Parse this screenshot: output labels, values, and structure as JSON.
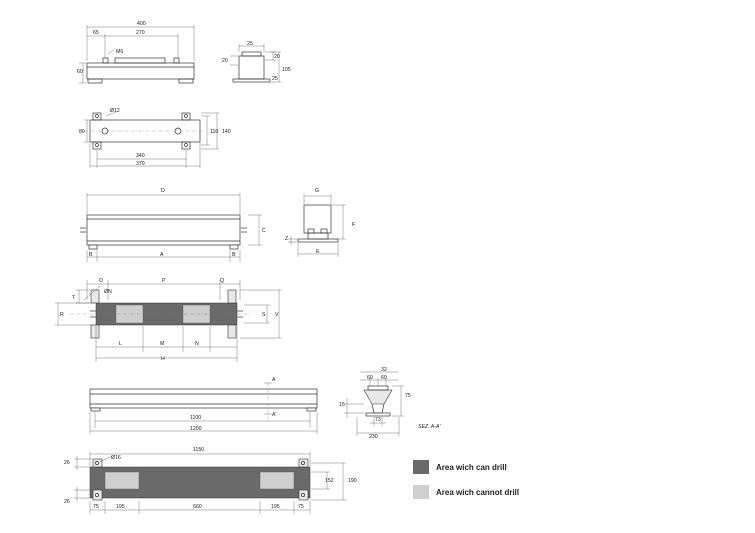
{
  "view1": {
    "w400": "400",
    "w65": "65",
    "w270": "270",
    "m6": "M6",
    "h60": "60",
    "w25": "25",
    "h20a": "20",
    "h20b": "20",
    "h105": "105",
    "h25": "25"
  },
  "view2": {
    "d12": "Ø12",
    "h80": "80",
    "h110": "110",
    "h140": "140",
    "w340": "340",
    "w370": "370"
  },
  "view3": {
    "D": "D",
    "C": "C",
    "B1": "B",
    "A": "A",
    "B2": "B",
    "G": "G",
    "F": "F",
    "Z": "Z",
    "E": "E"
  },
  "view4": {
    "O": "O",
    "P": "P",
    "Q": "Q",
    "T": "T",
    "N1": "ØN",
    "R": "R",
    "S": "S",
    "V": "V",
    "L": "L",
    "M": "M",
    "N": "N",
    "H": "H"
  },
  "view5": {
    "A_top": "A",
    "A_bot": "A'",
    "w1100": "1100",
    "w1200": "1200",
    "w32": "32",
    "w60a": "60",
    "w60b": "60",
    "h75": "75",
    "h15": "15",
    "w73": "73",
    "w230": "230",
    "sez": "SEZ. A-A'"
  },
  "view6": {
    "w1150": "1150",
    "d16": "Ø16",
    "h26a": "26",
    "h26b": "26",
    "h152": "152",
    "h190": "190",
    "w75a": "75",
    "w195a": "195",
    "w660": "660",
    "w195b": "195",
    "w75b": "75"
  },
  "legend": {
    "can_drill": {
      "label": "Area wich can drill",
      "color": "#6a6a6a"
    },
    "cannot_drill": {
      "label": "Area wich cannot drill",
      "color": "#cfcfcf"
    }
  }
}
